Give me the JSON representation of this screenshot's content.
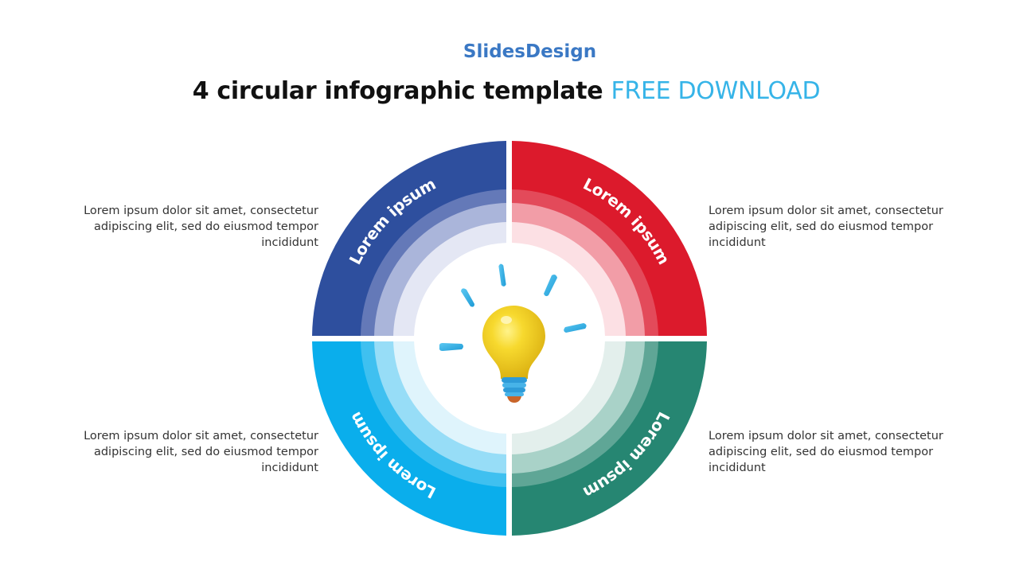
{
  "header": {
    "brand": "SlidesDesign",
    "title_main": "4 circular infographic template",
    "title_accent": "FREE DOWNLOAD"
  },
  "colors": {
    "brand": "#3A78C4",
    "accent": "#36B4E8",
    "quadrants": {
      "top_left": [
        "#2E4F9E",
        "#6479B8",
        "#AAB5DA",
        "#E4E7F4"
      ],
      "top_right": [
        "#DC1A2C",
        "#E34A5A",
        "#F29DA7",
        "#FCE0E4"
      ],
      "bottom_left": [
        "#0AAEEC",
        "#3FC0F0",
        "#97DDF7",
        "#DFF4FC"
      ],
      "bottom_right": [
        "#268672",
        "#5FA696",
        "#A9D2C8",
        "#E3EFEC"
      ]
    }
  },
  "quadrants": [
    {
      "position": "top-left",
      "label": "Lorem ipsum",
      "description": "Lorem ipsum dolor sit amet, consectetur adipiscing elit, sed do eiusmod tempor incididunt"
    },
    {
      "position": "top-right",
      "label": "Lorem ipsum",
      "description": "Lorem ipsum dolor sit amet, consectetur adipiscing elit, sed do eiusmod tempor incididunt"
    },
    {
      "position": "bottom-left",
      "label": "Lorem ipsum",
      "description": "Lorem ipsum dolor sit amet, consectetur adipiscing elit, sed do eiusmod tempor incididunt"
    },
    {
      "position": "bottom-right",
      "label": "Lorem ipsum",
      "description": "Lorem ipsum dolor sit amet, consectetur adipiscing elit, sed do eiusmod tempor incididunt"
    }
  ],
  "center_icon": "lightbulb-icon"
}
